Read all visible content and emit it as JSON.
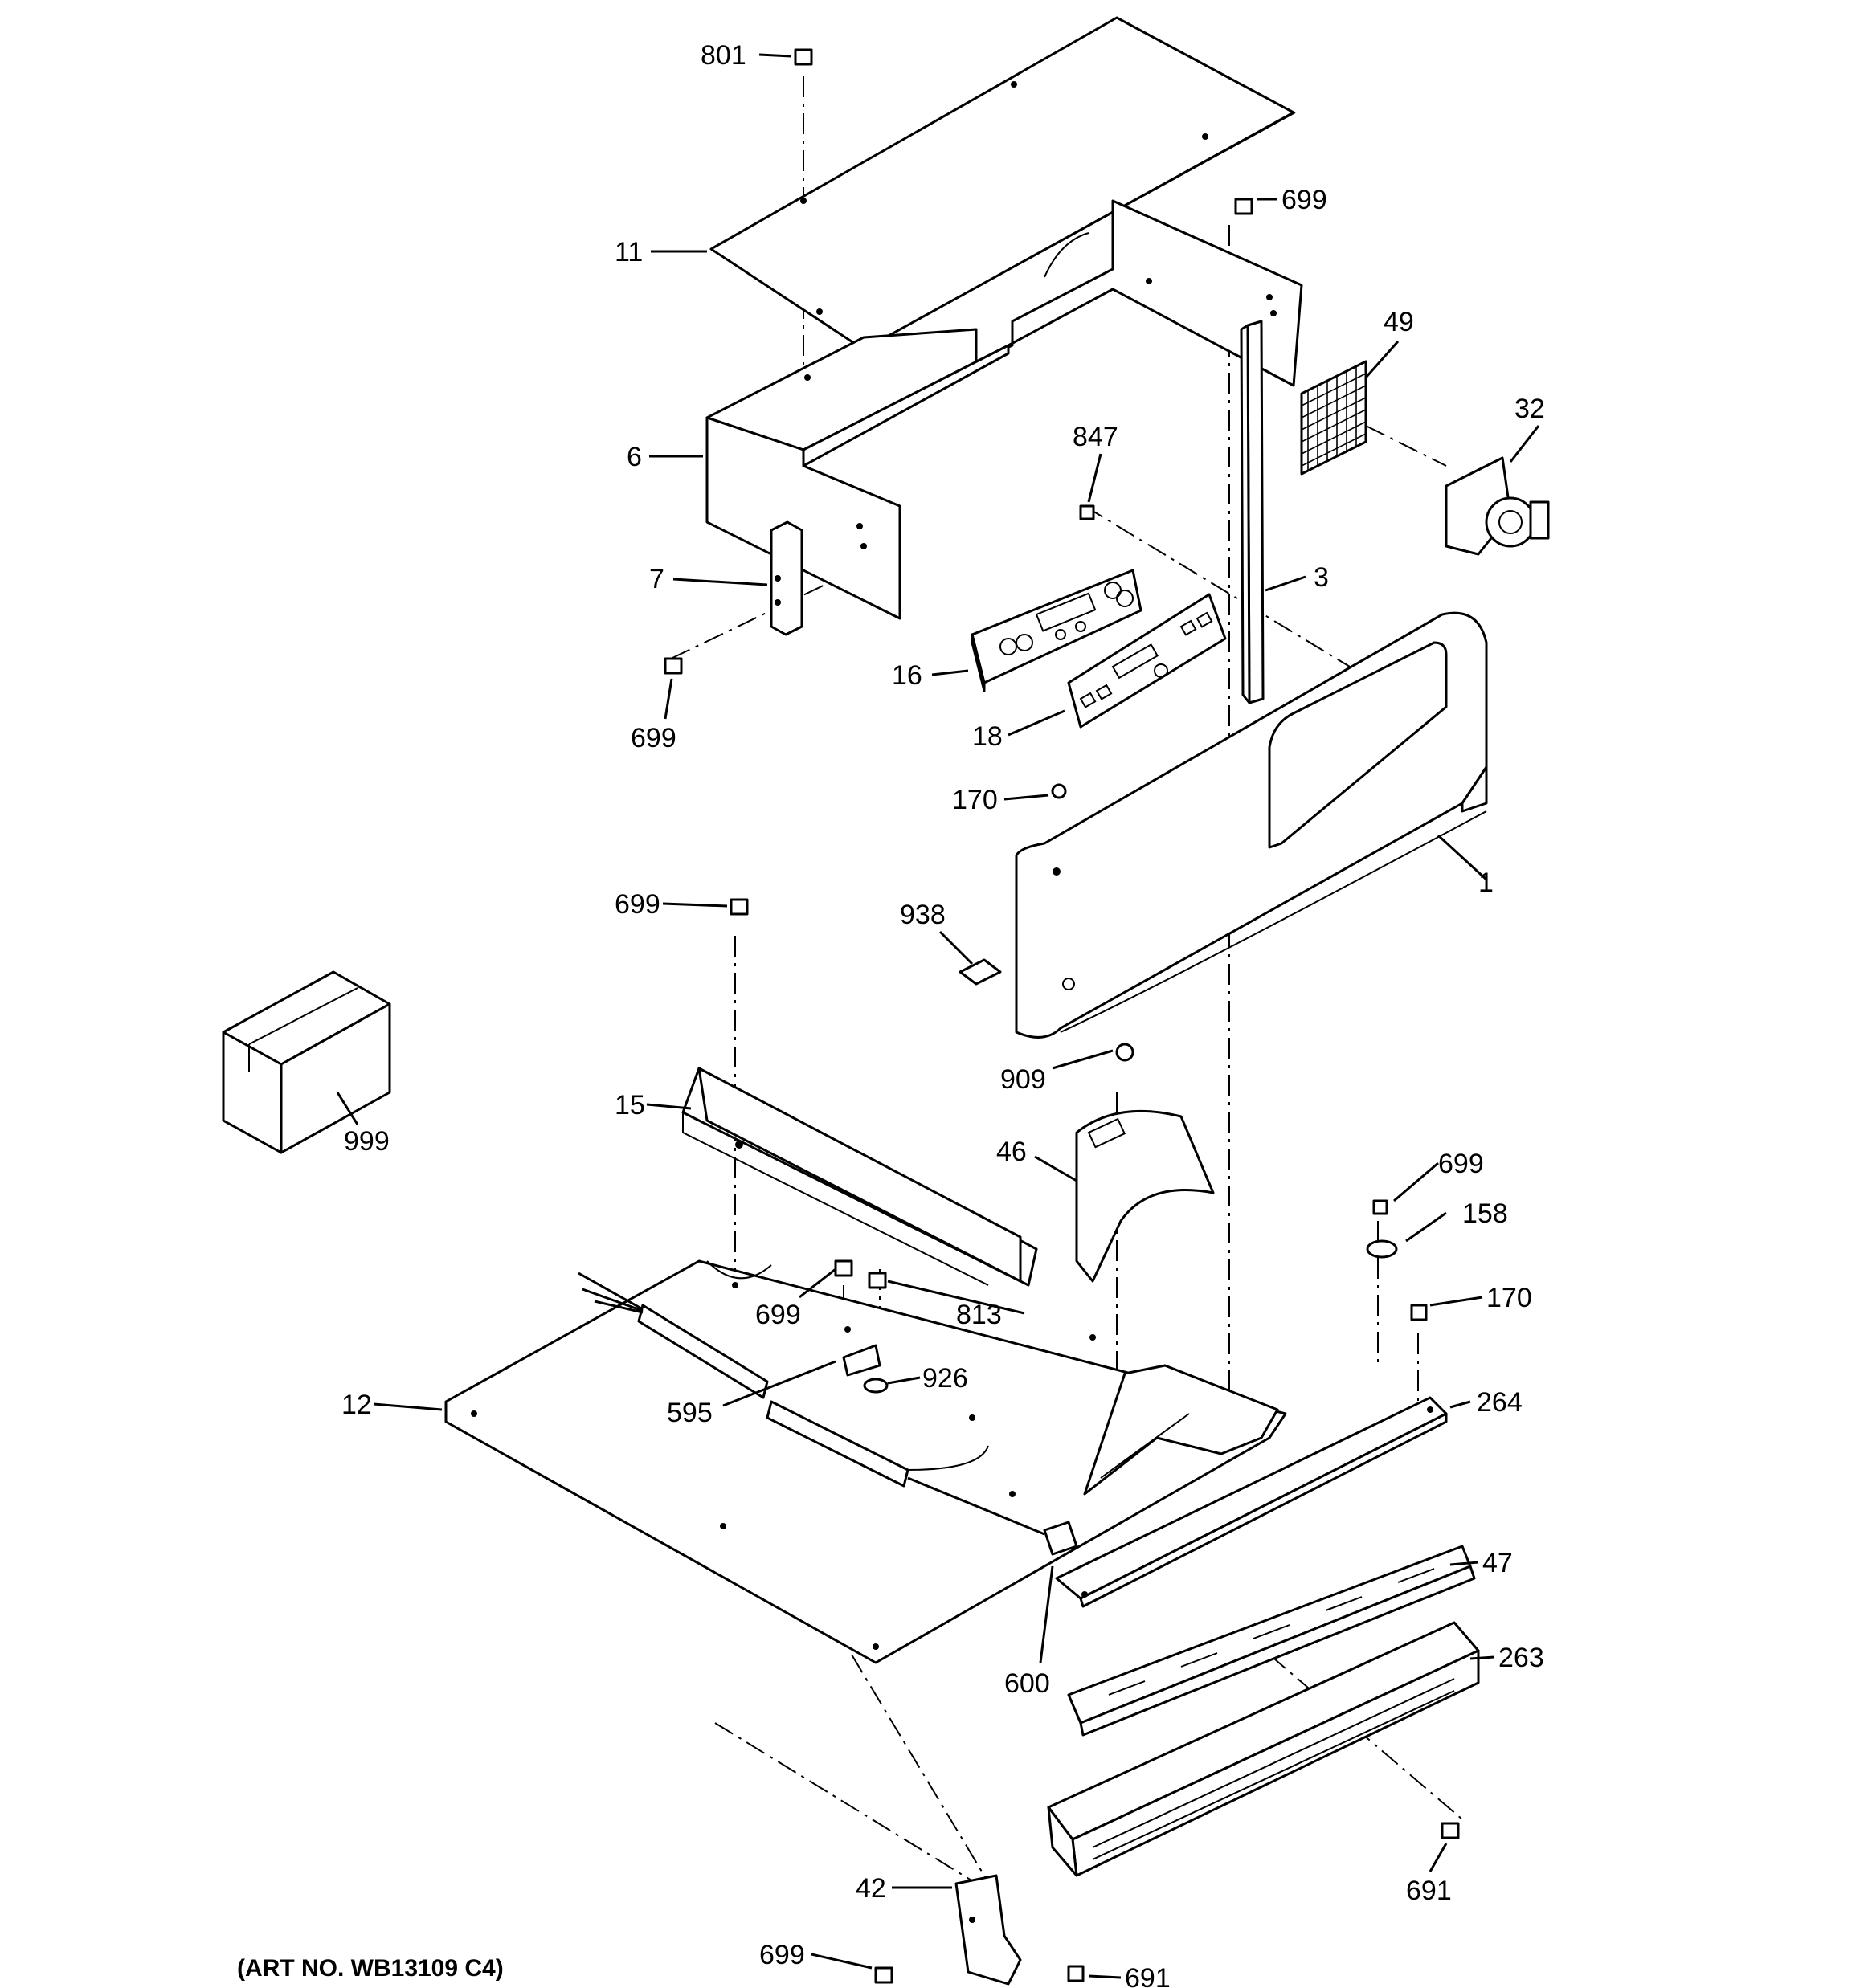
{
  "art_number": "(ART NO. WB13109 C4)",
  "callouts": {
    "c801": "801",
    "c11": "11",
    "c699_top": "699",
    "c49": "49",
    "c32": "32",
    "c6": "6",
    "c847": "847",
    "c7": "7",
    "c3": "3",
    "c16": "16",
    "c699_left": "699",
    "c18": "18",
    "c170_top": "170",
    "c1": "1",
    "c699_mid": "699",
    "c938": "938",
    "c909": "909",
    "c15": "15",
    "c999": "999",
    "c46": "46",
    "c699_right": "699",
    "c158": "158",
    "c170_right": "170",
    "c699_bottom_mid": "699",
    "c813": "813",
    "c926": "926",
    "c12": "12",
    "c595": "595",
    "c264": "264",
    "c47": "47",
    "c600": "600",
    "c263": "263",
    "c691_right": "691",
    "c42": "42",
    "c699_bottom": "699",
    "c691_bottom": "691"
  }
}
